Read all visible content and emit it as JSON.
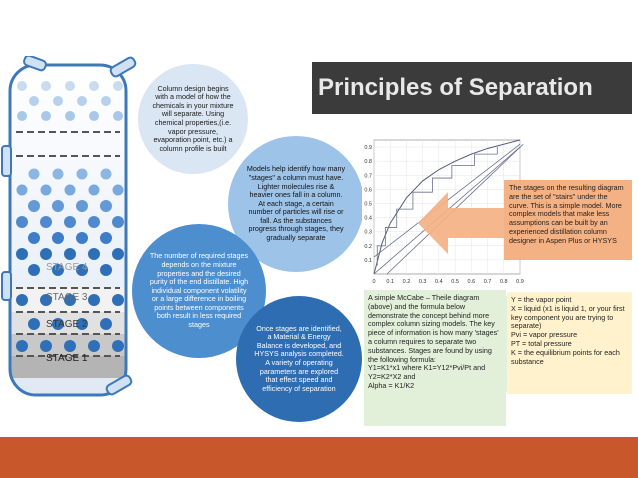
{
  "title": "Principles of Separation",
  "bubbles": {
    "column_design": "Column design begins with a model of how the chemicals in your mixture will separate. Using chemical properties,(i.e. vapor pressure, evaporation point, etc.) a column profile is built",
    "models": "Models help identify how many \"stages\" a column must have. Lighter molecules rise & heavier ones fall in a column. At each stage, a certain number of particles will rise or fall. As the substances progress through stages, they gradually separate",
    "required_stages": "The number of required stages depends on the mixture properties and the desired purity of the end distillate. High individual component volatility or a large difference in boiling points between components both result in less required stages",
    "once_stages": "Once stages are identified, a Material & Energy Balance is developed, and HYSYS analysis completed. A variety of operating parameters are explored that effect speed and efficiency of separation"
  },
  "stages": [
    "STAGE 4",
    "STAGE 3",
    "STAGE 2",
    "STAGE 1"
  ],
  "orange_box": "The stages on the resulting diagram are the set of \"stairs\" under the curve. This is a simple model. More complex models that make less assumptions can be built by an experienced distillation column designer in Aspen Plus or HYSYS",
  "green_box": "A simple McCabe – Theile diagram (above) and the formula below demonstrate the concept behind more complex column sizing models. The key piece of information is how many 'stages' a column requires to separate two substances. Stages are found by using the following formula:\nY1=K1*x1  where K1=Y12*Pvi/Pt and Y2=K2*X2 and\nAlpha = K1/K2",
  "yellow_box": "Y = the vapor point\nX = liquid (x1 is liquid 1, or your first key component you are trying to separate)\nPvi = vapor pressure\nPT = total pressure\nK = the equilibrium points for each substance",
  "chart_data": {
    "type": "line",
    "title": "",
    "xlabel": "",
    "ylabel": "",
    "x_ticks": [
      "0",
      "0.1",
      "0.2",
      "0.3",
      "0.4",
      "0.5",
      "0.6",
      "0.7",
      "0.8",
      "0.9"
    ],
    "y_ticks": [
      "0.1",
      "0.2",
      "0.3",
      "0.4",
      "0.5",
      "0.6",
      "0.7",
      "0.8",
      "0.9"
    ],
    "xlim": [
      0,
      0.9
    ],
    "ylim": [
      0,
      0.95
    ],
    "series": [
      {
        "values": [
          [
            0,
            0
          ],
          [
            0.05,
            0.22
          ],
          [
            0.1,
            0.36
          ],
          [
            0.2,
            0.54
          ],
          [
            0.3,
            0.66
          ],
          [
            0.4,
            0.74
          ],
          [
            0.5,
            0.8
          ],
          [
            0.6,
            0.85
          ],
          [
            0.7,
            0.89
          ],
          [
            0.8,
            0.92
          ],
          [
            0.9,
            0.95
          ]
        ]
      },
      {
        "values": [
          [
            0,
            0
          ],
          [
            0.9,
            0.9
          ]
        ]
      },
      {
        "values": [
          [
            0,
            0.12
          ],
          [
            0.9,
            0.92
          ]
        ]
      },
      {
        "values": [
          [
            0.08,
            0
          ],
          [
            0.92,
            0.92
          ]
        ]
      },
      {
        "values": [
          [
            0.02,
            0.06
          ],
          [
            0.02,
            0.2
          ],
          [
            0.07,
            0.2
          ],
          [
            0.07,
            0.33
          ],
          [
            0.14,
            0.33
          ],
          [
            0.14,
            0.46
          ],
          [
            0.24,
            0.46
          ],
          [
            0.24,
            0.58
          ],
          [
            0.36,
            0.58
          ],
          [
            0.36,
            0.68
          ],
          [
            0.48,
            0.68
          ],
          [
            0.48,
            0.77
          ],
          [
            0.62,
            0.77
          ],
          [
            0.62,
            0.85
          ],
          [
            0.76,
            0.85
          ],
          [
            0.76,
            0.9
          ]
        ]
      }
    ]
  },
  "colors": {
    "title_bg": "#3b3b3b",
    "title_fg": "#e8e8e8",
    "column_border": "#3e78b8",
    "bubble_light": "#dbe6f4",
    "bubble_mid": "#9ec3e8",
    "bubble_dark": "#2e6db2",
    "bottom_bar": "#c8582b",
    "orange_box": "#f4b183",
    "green_box": "#e2efd9",
    "yellow_box": "#fff2cc"
  }
}
